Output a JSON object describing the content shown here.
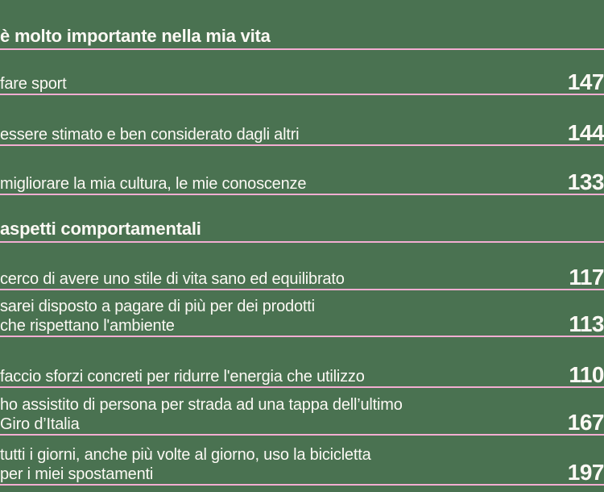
{
  "theme": {
    "background_color": "#4A7251",
    "divider_color": "#F3AED2",
    "text_color": "#FCF9F4"
  },
  "sections": [
    {
      "title": "è molto importante nella mia vita",
      "rows": [
        {
          "label": "fare sport",
          "value": "147"
        },
        {
          "label": "essere stimato e ben considerato dagli altri",
          "value": "144"
        },
        {
          "label": "migliorare la mia cultura, le mie conoscenze",
          "value": "133"
        }
      ]
    },
    {
      "title": "aspetti comportamentali",
      "rows": [
        {
          "label": "cerco di avere uno stile di vita sano ed equilibrato",
          "value": "117"
        },
        {
          "label": "sarei disposto a pagare di più per dei prodotti\nche rispettano l'ambiente",
          "value": "113"
        },
        {
          "label": "faccio sforzi concreti per ridurre l'energia che utilizzo",
          "value": "110"
        },
        {
          "label": "ho assistito di persona per strada ad una tappa dell’ultimo\nGiro d’Italia",
          "value": "167"
        },
        {
          "label": "tutti i giorni, anche più volte al giorno, uso la bicicletta\nper i miei spostamenti",
          "value": "197"
        }
      ]
    }
  ]
}
